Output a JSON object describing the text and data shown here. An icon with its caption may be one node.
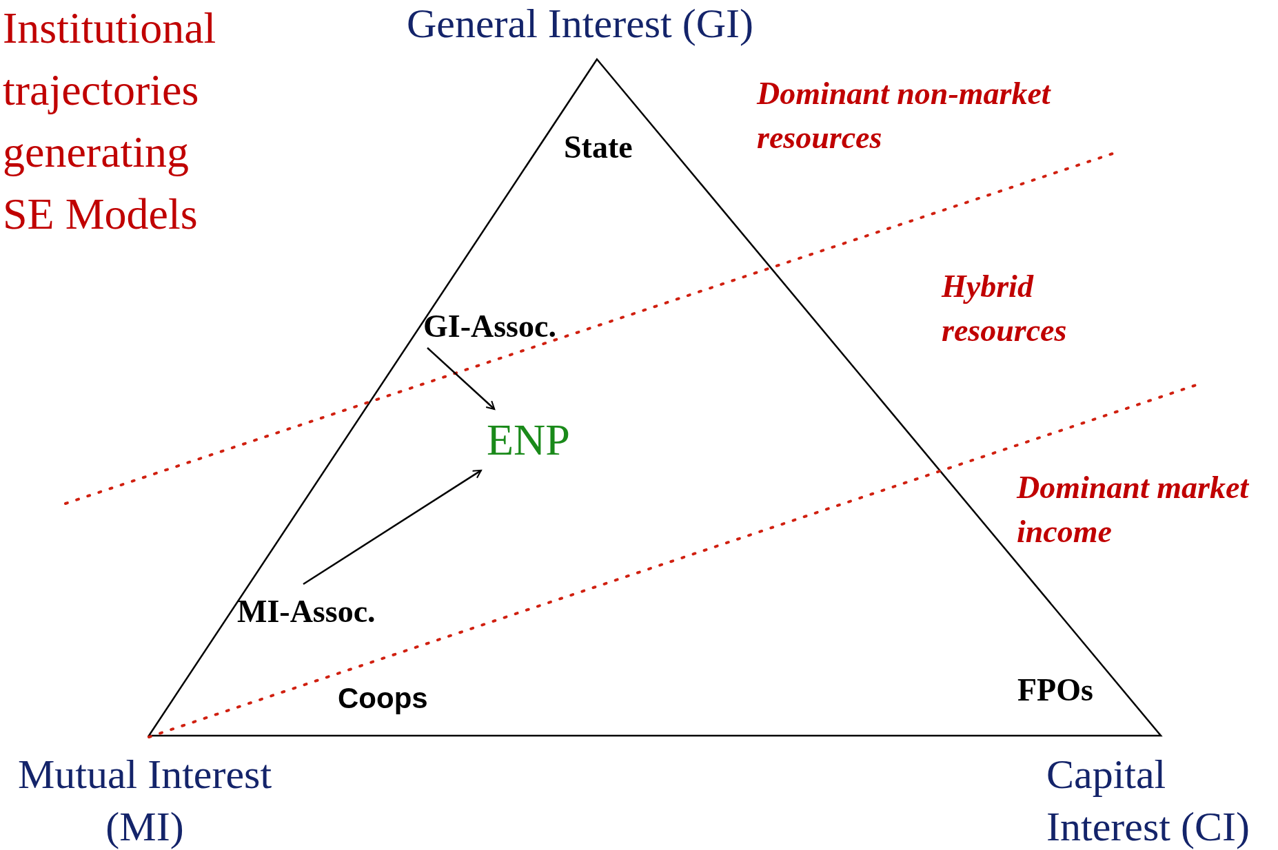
{
  "diagram": {
    "title": "Institutional trajectories generating SE Models",
    "nodes": [
      {
        "text": [
          "GI-Assoc."
        ]
      },
      {
        "text": [
          "ENP"
        ]
      },
      {
        "text": [
          "MI-Assoc."
        ]
      }
    ],
    "edges": [
      {
        "from": 0,
        "to": 1,
        "arrow": "to"
      },
      {
        "from": 2,
        "to": 1,
        "arrow": "to"
      }
    ],
    "labels": [
      "General Interest (GI)",
      "Dominant non-market resources",
      "State",
      "Hybrid resources",
      "Dominant market income",
      "Coops",
      "FPOs",
      "Mutual Interest (MI)",
      "Capital Interest (CI)"
    ]
  }
}
